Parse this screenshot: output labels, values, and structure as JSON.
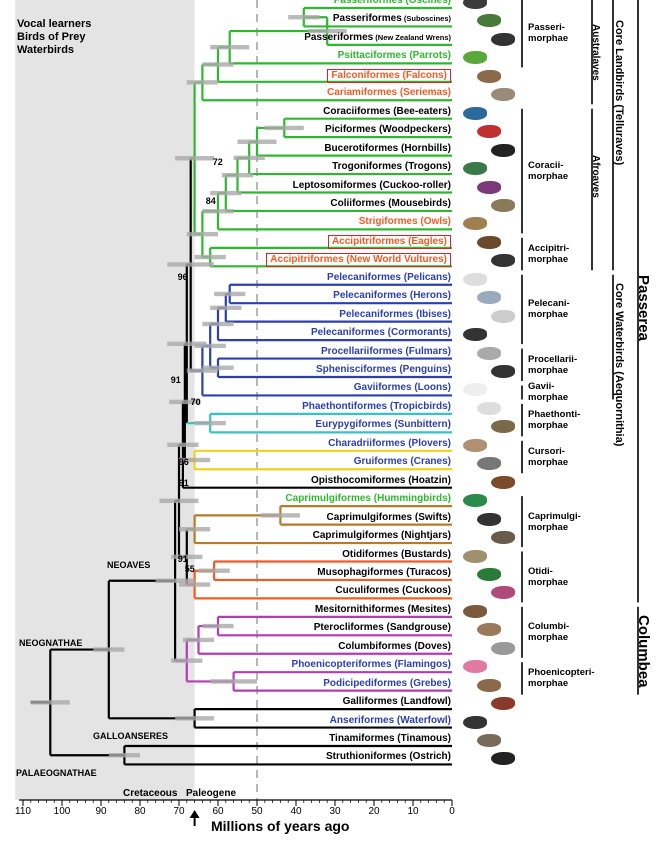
{
  "legend": {
    "vocal": {
      "text": "Vocal learners",
      "color": "#2fb82f"
    },
    "prey": {
      "text": "Birds of Prey",
      "color": "#f25c24"
    },
    "water": {
      "text": "Waterbirds",
      "color": "#2b3fb0"
    }
  },
  "axis": {
    "title": "Millions of years ago",
    "ticks": [
      "110",
      "100",
      "90",
      "80",
      "70",
      "60",
      "50",
      "40",
      "30",
      "20",
      "10",
      "0"
    ],
    "cretaceous": "Cretaceous",
    "paleogene": "Paleogene"
  },
  "groups": {
    "neoaves": "NEOAVES",
    "neognathae": "NEOGNATHAE",
    "galloanseres": "GALLOANSERES",
    "palaeognathae": "PALAEOGNATHAE"
  },
  "node_labels": [
    "72",
    "84",
    "96",
    "91",
    "70",
    "96",
    "91",
    "91",
    "55"
  ],
  "taxa": [
    {
      "name": "Passeriformes (Oscines)",
      "color": "#2fb82f",
      "boxed": false
    },
    {
      "name": "Passeriformes",
      "note": "(Suboscines)",
      "color": "#000000",
      "boxed": false
    },
    {
      "name": "Passeriformes",
      "note": "(New Zealand Wrens)",
      "color": "#000000",
      "boxed": false
    },
    {
      "name": "Psittaciformes (Parrots)",
      "color": "#2fb82f",
      "boxed": false
    },
    {
      "name": "Falconiformes (Falcons)",
      "color": "#f25c24",
      "boxed": true
    },
    {
      "name": "Cariamiformes (Seriemas)",
      "color": "#f25c24",
      "boxed": false
    },
    {
      "name": "Coraciiformes (Bee-eaters)",
      "color": "#000000",
      "boxed": false
    },
    {
      "name": "Piciformes (Woodpeckers)",
      "color": "#000000",
      "boxed": false
    },
    {
      "name": "Bucerotiformes (Hornbills)",
      "color": "#000000",
      "boxed": false
    },
    {
      "name": "Trogoniformes (Trogons)",
      "color": "#000000",
      "boxed": false
    },
    {
      "name": "Leptosomiformes (Cuckoo-roller)",
      "color": "#000000",
      "boxed": false
    },
    {
      "name": "Coliiformes (Mousebirds)",
      "color": "#000000",
      "boxed": false
    },
    {
      "name": "Strigiformes (Owls)",
      "color": "#f25c24",
      "boxed": false
    },
    {
      "name": "Accipitriformes (Eagles)",
      "color": "#f25c24",
      "boxed": true
    },
    {
      "name": "Accipitriformes (New World Vultures)",
      "color": "#f25c24",
      "boxed": true
    },
    {
      "name": "Pelecaniformes (Pelicans)",
      "color": "#2b3fb0",
      "boxed": false
    },
    {
      "name": "Pelecaniformes (Herons)",
      "color": "#2b3fb0",
      "boxed": false
    },
    {
      "name": "Pelecaniformes (Ibises)",
      "color": "#2b3fb0",
      "boxed": false
    },
    {
      "name": "Pelecaniformes (Cormorants)",
      "color": "#2b3fb0",
      "boxed": false
    },
    {
      "name": "Procellariiformes (Fulmars)",
      "color": "#2b3fb0",
      "boxed": false
    },
    {
      "name": "Sphenisciformes (Penguins)",
      "color": "#2b3fb0",
      "boxed": false
    },
    {
      "name": "Gaviiformes (Loons)",
      "color": "#2b3fb0",
      "boxed": false
    },
    {
      "name": "Phaethontiformes (Tropicbirds)",
      "color": "#2b3fb0",
      "boxed": false
    },
    {
      "name": "Eurypygiformes (Sunbittern)",
      "color": "#2b3fb0",
      "boxed": false
    },
    {
      "name": "Charadriiformes (Plovers)",
      "color": "#2b3fb0",
      "boxed": false
    },
    {
      "name": "Gruiformes (Cranes)",
      "color": "#2b3fb0",
      "boxed": false
    },
    {
      "name": "Opisthocomiformes (Hoatzin)",
      "color": "#000000",
      "boxed": false
    },
    {
      "name": "Caprimulgiformes (Hummingbirds)",
      "color": "#2fb82f",
      "boxed": false
    },
    {
      "name": "Caprimulgiformes (Swifts)",
      "color": "#000000",
      "boxed": false
    },
    {
      "name": "Caprimulgiformes (Nightjars)",
      "color": "#000000",
      "boxed": false
    },
    {
      "name": "Otidiformes (Bustards)",
      "color": "#000000",
      "boxed": false
    },
    {
      "name": "Musophagiformes (Turacos)",
      "color": "#000000",
      "boxed": false
    },
    {
      "name": "Cuculiformes (Cuckoos)",
      "color": "#000000",
      "boxed": false
    },
    {
      "name": "Mesitornithiformes (Mesites)",
      "color": "#000000",
      "boxed": false
    },
    {
      "name": "Pterocliformes (Sandgrouse)",
      "color": "#000000",
      "boxed": false
    },
    {
      "name": "Columbiformes (Doves)",
      "color": "#000000",
      "boxed": false
    },
    {
      "name": "Phoenicopteriformes (Flamingos)",
      "color": "#2b3fb0",
      "boxed": false
    },
    {
      "name": "Podicipediformes (Grebes)",
      "color": "#2b3fb0",
      "boxed": false
    },
    {
      "name": "Galliformes (Landfowl)",
      "color": "#000000",
      "boxed": false
    },
    {
      "name": "Anseriformes (Waterfowl)",
      "color": "#2b3fb0",
      "boxed": false
    },
    {
      "name": "Tinamiformes (Tinamous)",
      "color": "#000000",
      "boxed": false
    },
    {
      "name": "Struthioniformes (Ostrich)",
      "color": "#000000",
      "boxed": false
    }
  ],
  "clades": [
    "Passeri-\nmorphae",
    "Coracii-\nmorphae",
    "Accipitri-\nmorphae",
    "Pelecani-\nmorphae",
    "Procellarii-\nmorphae",
    "Gavii-\nmorphae",
    "Phaethonti-\nmorphae",
    "Cursori-\nmorphae",
    "Caprimulgi-\nmorphae",
    "Otidi-\nmorphae",
    "Columbi-\nmorphae",
    "Phoenicopteri-\nmorphae"
  ],
  "supergroups": {
    "australaves": "Australaves",
    "afroaves": "Afroaves",
    "core_landbirds": "Core Landbirds (Telluraves)",
    "core_waterbirds": "Core Waterbirds (Aequornithia)",
    "passerea": "Passerea",
    "columbea": "Columbea"
  }
}
